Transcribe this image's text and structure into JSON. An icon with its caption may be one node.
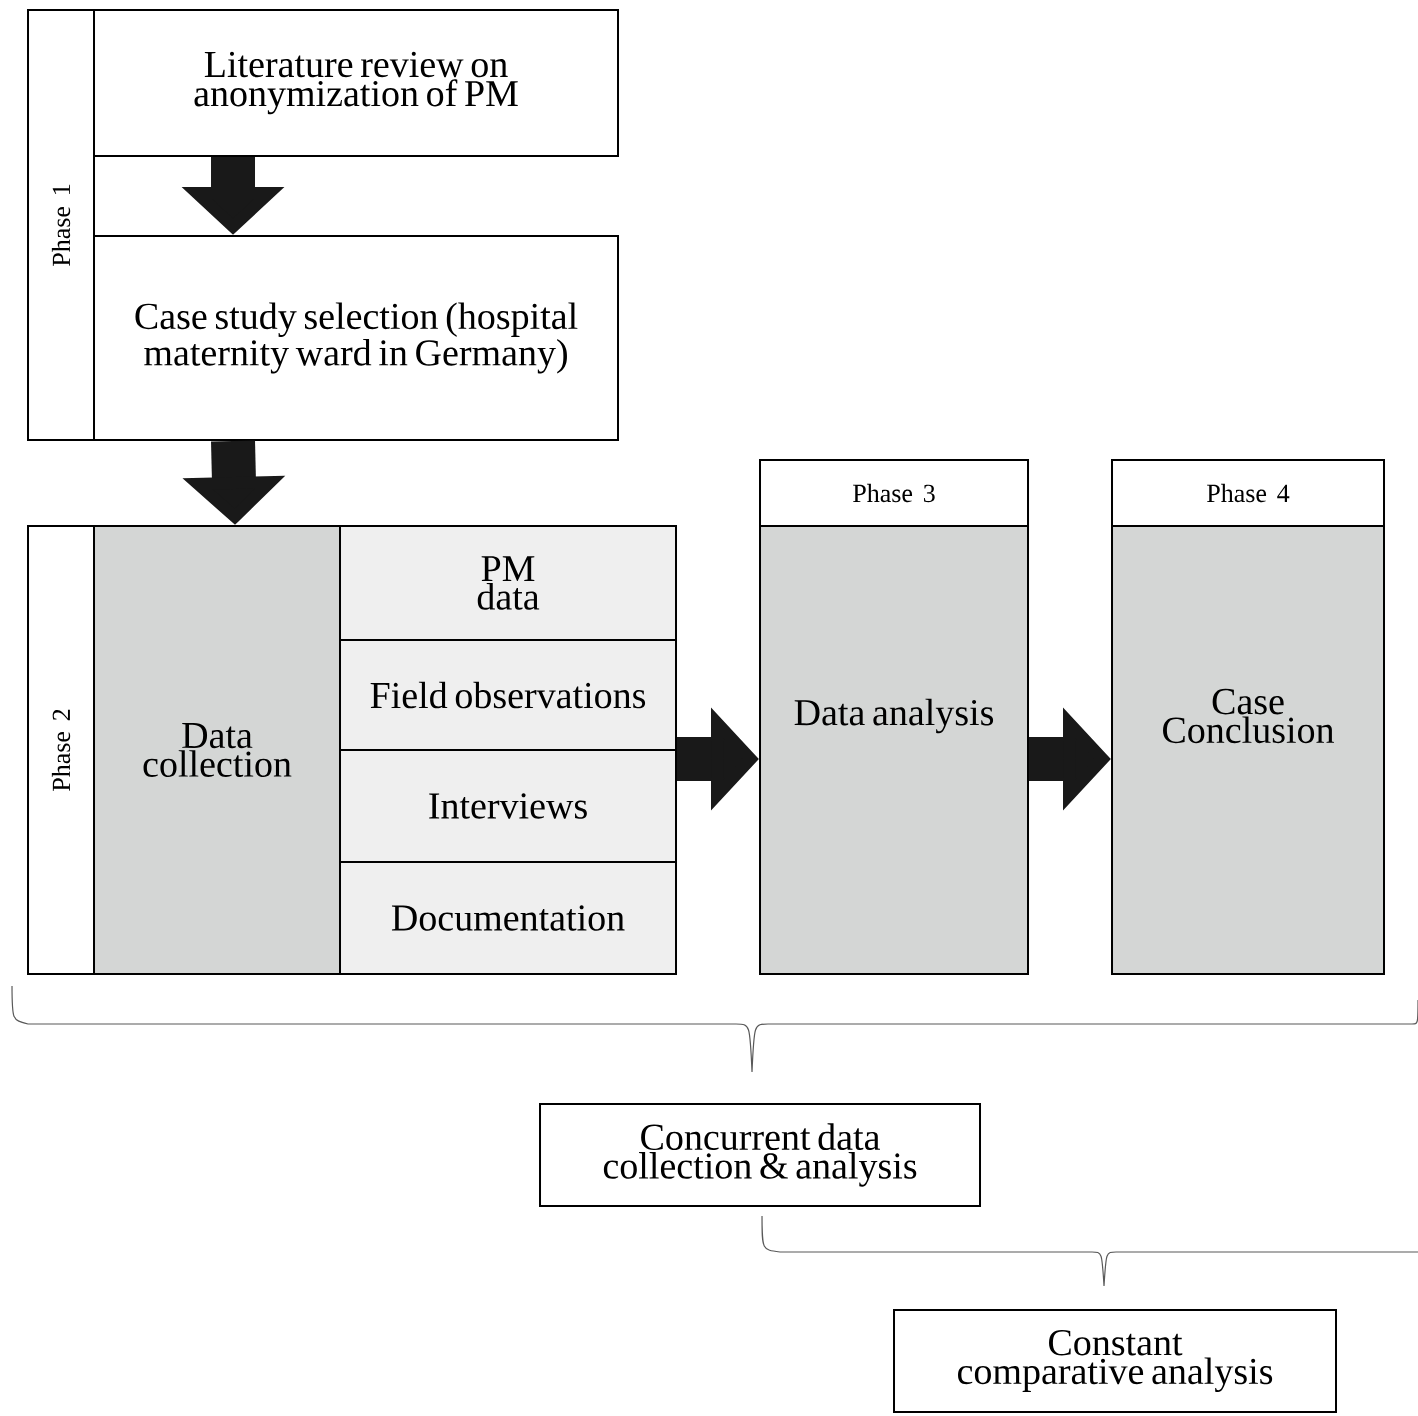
{
  "diagram": {
    "nodes": [
      {
        "text": [
          "Phase 1"
        ]
      },
      {
        "text": [
          "Literature review on anonymization of PM"
        ]
      },
      {
        "text": [
          "Case study selection (hospital maternity ward in Germany)"
        ]
      },
      {
        "text": [
          "Phase 2"
        ]
      },
      {
        "text": [
          "Data collection"
        ]
      },
      {
        "text": [
          "PM data"
        ]
      },
      {
        "text": [
          "Field observations"
        ]
      },
      {
        "text": [
          "Interviews"
        ]
      },
      {
        "text": [
          "Documentation"
        ]
      },
      {
        "text": [
          "Phase 3",
          "Data analysis"
        ]
      },
      {
        "text": [
          "Phase 4",
          "Case Conclusion"
        ]
      },
      {
        "text": [
          "Concurrent data collection & analysis"
        ]
      },
      {
        "text": [
          "Constant comparative analysis"
        ]
      }
    ],
    "edges": [
      {
        "from": 1,
        "to": 2,
        "arrow": "to"
      },
      {
        "from": 2,
        "to": 4,
        "arrow": "to"
      },
      {
        "from": 7,
        "to": 9,
        "arrow": "to"
      },
      {
        "from": 9,
        "to": 10,
        "arrow": "to"
      }
    ]
  }
}
